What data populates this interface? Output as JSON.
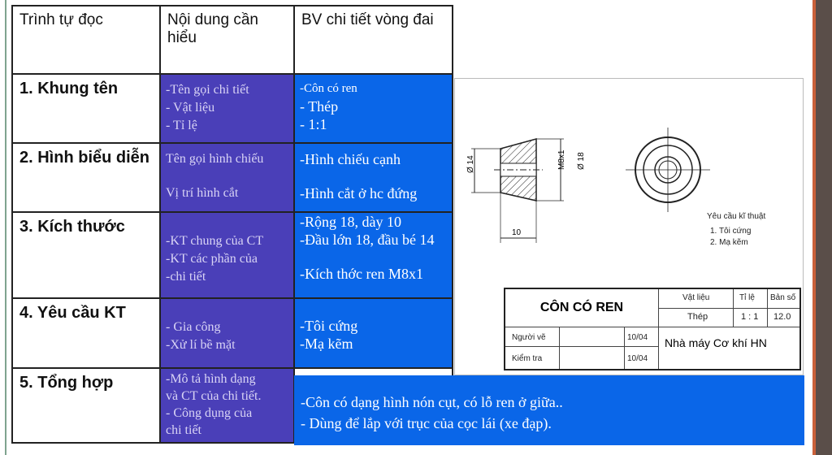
{
  "header": {
    "col1": "Trình tự đọc",
    "col2": "Nội dung cần hiểu",
    "col3": "BV chi tiết vòng đai"
  },
  "rows": [
    {
      "label": "1. Khung tên",
      "content": [
        "-Tên gọi chi tiết",
        "- Vật liệu",
        "- Tỉ lệ"
      ],
      "detail": [
        "-Côn có ren",
        "- Thép",
        "- 1:1"
      ]
    },
    {
      "label": "2. Hình biểu diễn",
      "content": [
        "Tên gọi hình chiếu",
        "Vị trí hình cắt"
      ],
      "detail": [
        "-Hình chiếu cạnh",
        "-Hình cắt ở hc đứng"
      ]
    },
    {
      "label": "3. Kích thước",
      "content": [
        "-KT chung của CT",
        "-KT các phần của",
        "-chi tiết"
      ],
      "detail": [
        "-Rộng 18, dày 10",
        "-Đầu lớn 18, đầu bé 14",
        "-Kích thớc ren M8x1"
      ]
    },
    {
      "label": "4. Yêu cầu KT",
      "content": [
        "- Gia công",
        "-Xử lí bề mặt"
      ],
      "detail": [
        "-Tôi cứng",
        "-Mạ kẽm"
      ]
    },
    {
      "label": "5. Tổng hợp",
      "content": [
        "-Mô tả hình dạng",
        "và CT của chi tiết.",
        "- Công dụng của",
        "chi tiết"
      ],
      "detail": [
        "-Côn có dạng hình nón cụt, có lỗ ren ở giữa..",
        "- Dùng để lắp với trục  của cọc lái (xe đạp)."
      ]
    }
  ],
  "drawing": {
    "dim_left": "Ø 14",
    "dim_thread": "M8x1",
    "dim_right": "Ø 18",
    "dim_bottom": "10",
    "notes_title": "Yêu cầu kĩ thuật",
    "note1": "1. Tôi cứng",
    "note2": "2. Mạ kẽm"
  },
  "title_block": {
    "part_name": "CÔN CÓ REN",
    "material_label": "Vật liệu",
    "scale_label": "Tỉ lệ",
    "sheet_label": "Bản số",
    "material": "Thép",
    "scale": "1 : 1",
    "sheet": "12.0",
    "drawn_by": "Người vẽ",
    "drawn_date": "10/04",
    "checked_by": "Kiểm tra",
    "checked_date": "10/04",
    "factory": "Nhà máy Cơ khí HN"
  }
}
